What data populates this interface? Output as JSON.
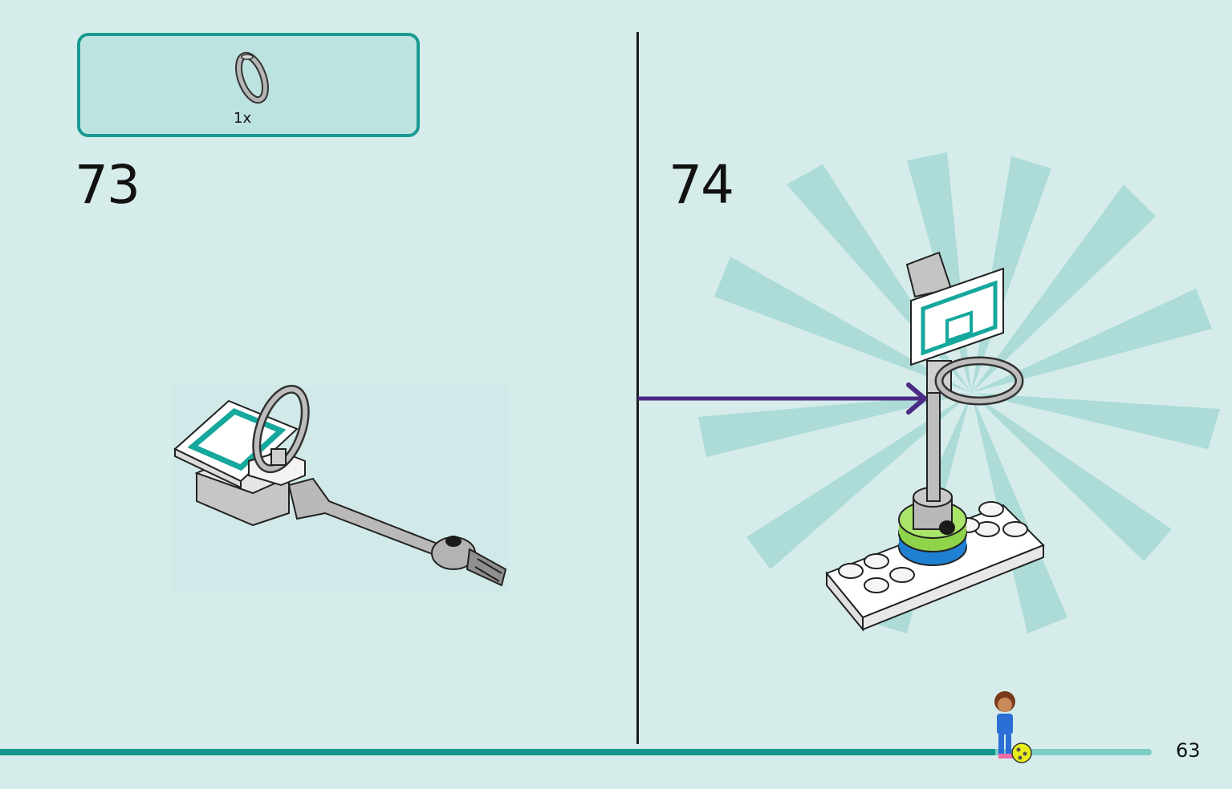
{
  "parts_callout": {
    "quantity": "1x",
    "part_icon": "grey-ring-part"
  },
  "steps": [
    {
      "number": "73"
    },
    {
      "number": "74"
    }
  ],
  "page": {
    "number": "63"
  },
  "colors": {
    "background": "#d5ecea",
    "accent_teal": "#1a9a92",
    "arrow_purple": "#4b2a84",
    "progress_bar": "#14968c"
  },
  "icons": [
    "grey-ring-part",
    "hoop-subassembly-illustration",
    "basketball-stand-illustration",
    "assembly-arrow",
    "minifigure-with-ball"
  ]
}
